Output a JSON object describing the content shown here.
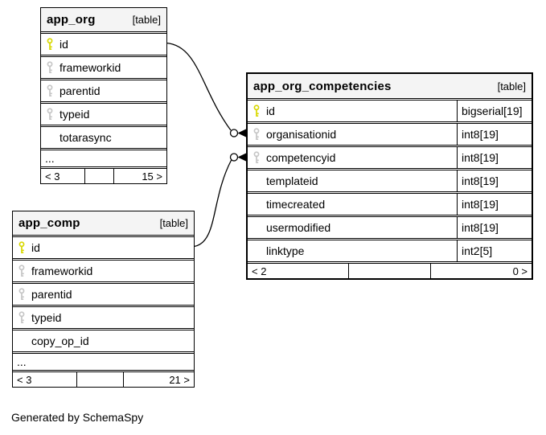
{
  "diagram": {
    "caption": "Generated by SchemaSpy",
    "colors": {
      "primary_key_icon": "#d8d800",
      "foreign_key_icon": "#c6c6c6",
      "header_background": "#f4f4f4",
      "border": "#000000"
    }
  },
  "tables": {
    "app_org": {
      "title": "app_org",
      "badge": "[table]",
      "rows": [
        {
          "name": "id",
          "key": "pk",
          "icon": "primary-key-icon"
        },
        {
          "name": "frameworkid",
          "key": "fk",
          "icon": "foreign-key-icon"
        },
        {
          "name": "parentid",
          "key": "fk",
          "icon": "foreign-key-icon"
        },
        {
          "name": "typeid",
          "key": "fk",
          "icon": "foreign-key-icon"
        },
        {
          "name": "totarasync",
          "key": ""
        }
      ],
      "ellipsis": "...",
      "footer": {
        "left": "< 3",
        "mid": "",
        "right": "15 >"
      }
    },
    "app_comp": {
      "title": "app_comp",
      "badge": "[table]",
      "rows": [
        {
          "name": "id",
          "key": "pk",
          "icon": "primary-key-icon"
        },
        {
          "name": "frameworkid",
          "key": "fk",
          "icon": "foreign-key-icon"
        },
        {
          "name": "parentid",
          "key": "fk",
          "icon": "foreign-key-icon"
        },
        {
          "name": "typeid",
          "key": "fk",
          "icon": "foreign-key-icon"
        },
        {
          "name": "copy_op_id",
          "key": ""
        }
      ],
      "ellipsis": "...",
      "footer": {
        "left": "< 3",
        "mid": "",
        "right": "21 >"
      }
    },
    "app_org_competencies": {
      "title": "app_org_competencies",
      "badge": "[table]",
      "rows": [
        {
          "name": "id",
          "type": "bigserial[19]",
          "key": "pk",
          "icon": "primary-key-icon"
        },
        {
          "name": "organisationid",
          "type": "int8[19]",
          "key": "fk",
          "icon": "foreign-key-icon"
        },
        {
          "name": "competencyid",
          "type": "int8[19]",
          "key": "fk",
          "icon": "foreign-key-icon"
        },
        {
          "name": "templateid",
          "type": "int8[19]",
          "key": ""
        },
        {
          "name": "timecreated",
          "type": "int8[19]",
          "key": ""
        },
        {
          "name": "usermodified",
          "type": "int8[19]",
          "key": ""
        },
        {
          "name": "linktype",
          "type": "int2[5]",
          "key": ""
        }
      ],
      "footer": {
        "left": "< 2",
        "mid": "",
        "right": "0 >"
      }
    }
  },
  "relationships": [
    {
      "from": "app_org.id",
      "to": "app_org_competencies.organisationid",
      "end_decoration": "circle-crowfoot"
    },
    {
      "from": "app_comp.id",
      "to": "app_org_competencies.competencyid",
      "end_decoration": "circle-crowfoot"
    }
  ]
}
